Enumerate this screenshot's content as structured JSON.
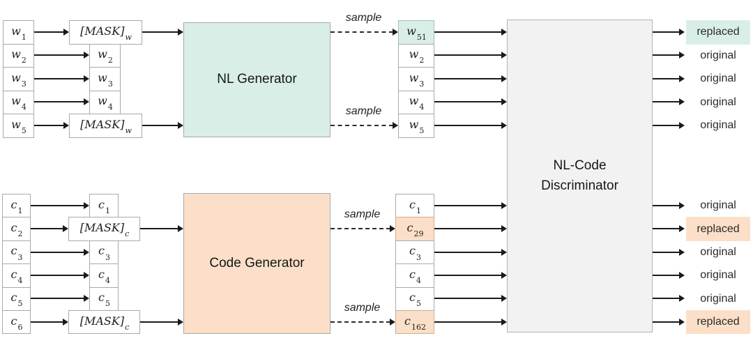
{
  "sample_label": "sample",
  "generators": {
    "nl": {
      "label": "NL Generator"
    },
    "code": {
      "label": "Code Generator"
    }
  },
  "discriminator": {
    "line1": "NL-Code",
    "line2": "Discriminator"
  },
  "colors": {
    "mint_highlight": "#d9eee7",
    "peach_highlight": "#fbdfc8",
    "discriminator_fill": "#f2f2f2",
    "box_border": "#a9a9a9",
    "arrow": "#1a1a1a"
  },
  "groups": {
    "nl": {
      "inputs": [
        {
          "base": "w",
          "sub": "1"
        },
        {
          "base": "w",
          "sub": "2"
        },
        {
          "base": "w",
          "sub": "3"
        },
        {
          "base": "w",
          "sub": "4"
        },
        {
          "base": "w",
          "sub": "5"
        }
      ],
      "middle": [
        {
          "kind": "mask",
          "base": "[MASK]",
          "sub": "w"
        },
        {
          "kind": "pass",
          "base": "w",
          "sub": "2"
        },
        {
          "kind": "pass",
          "base": "w",
          "sub": "3"
        },
        {
          "kind": "pass",
          "base": "w",
          "sub": "4"
        },
        {
          "kind": "mask",
          "base": "[MASK]",
          "sub": "w"
        }
      ],
      "sampled": [
        {
          "base": "w",
          "sub": "51",
          "highlight": true
        },
        {
          "base": "w",
          "sub": "2"
        },
        {
          "base": "w",
          "sub": "3"
        },
        {
          "base": "w",
          "sub": "4"
        },
        {
          "base": "w",
          "sub": "5"
        }
      ],
      "outputs": [
        {
          "label": "replaced",
          "highlight": true
        },
        {
          "label": "original"
        },
        {
          "label": "original"
        },
        {
          "label": "original"
        },
        {
          "label": "original"
        }
      ]
    },
    "code": {
      "inputs": [
        {
          "base": "c",
          "sub": "1"
        },
        {
          "base": "c",
          "sub": "2"
        },
        {
          "base": "c",
          "sub": "3"
        },
        {
          "base": "c",
          "sub": "4"
        },
        {
          "base": "c",
          "sub": "5"
        },
        {
          "base": "c",
          "sub": "6"
        }
      ],
      "middle": [
        {
          "kind": "pass",
          "base": "c",
          "sub": "1"
        },
        {
          "kind": "mask",
          "base": "[MASK]",
          "sub": "c"
        },
        {
          "kind": "pass",
          "base": "c",
          "sub": "3"
        },
        {
          "kind": "pass",
          "base": "c",
          "sub": "4"
        },
        {
          "kind": "pass",
          "base": "c",
          "sub": "5"
        },
        {
          "kind": "mask",
          "base": "[MASK]",
          "sub": "c"
        }
      ],
      "sampled": [
        {
          "base": "c",
          "sub": "1"
        },
        {
          "base": "c",
          "sub": "29",
          "highlight": true
        },
        {
          "base": "c",
          "sub": "3"
        },
        {
          "base": "c",
          "sub": "4"
        },
        {
          "base": "c",
          "sub": "5"
        },
        {
          "base": "c",
          "sub": "162",
          "highlight": true
        }
      ],
      "outputs": [
        {
          "label": "original"
        },
        {
          "label": "replaced",
          "highlight": true
        },
        {
          "label": "original"
        },
        {
          "label": "original"
        },
        {
          "label": "original"
        },
        {
          "label": "replaced",
          "highlight": true
        }
      ]
    }
  }
}
